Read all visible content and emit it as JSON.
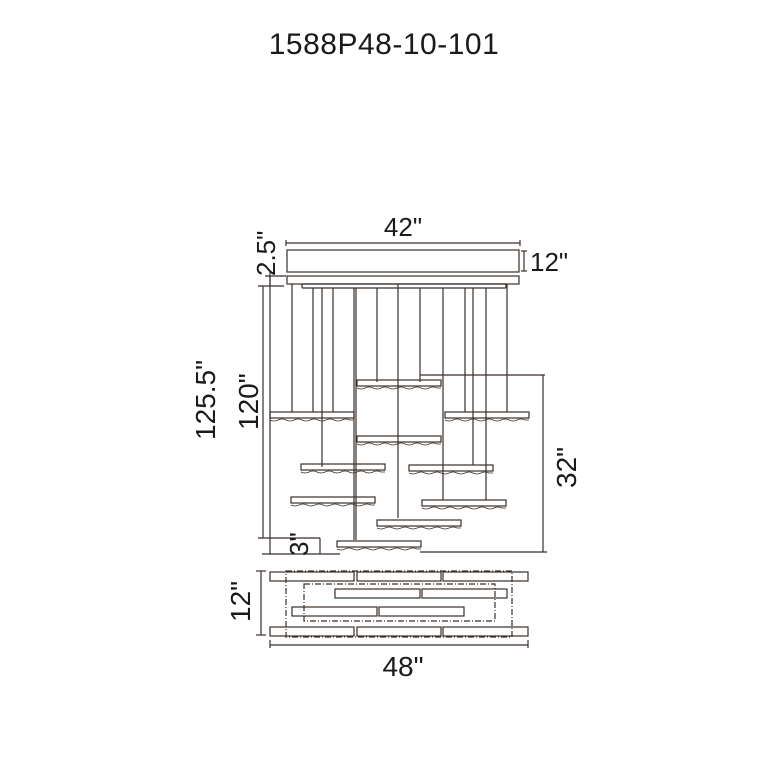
{
  "title": "1588P48-10-101",
  "colors": {
    "line": "#3a2f2a",
    "text": "#1a1a1a",
    "background": "#ffffff"
  },
  "side_view": {
    "dimensions": {
      "canopy_width": "42\"",
      "canopy_height": "2.5\"",
      "canopy_depth": "12\"",
      "overall_height": "125.5\"",
      "max_wire_length": "120\"",
      "tier_drop": "32\"",
      "panel_height": "3\""
    },
    "panel_count": 10
  },
  "top_view": {
    "dimensions": {
      "width": "48\"",
      "depth": "12\""
    }
  }
}
